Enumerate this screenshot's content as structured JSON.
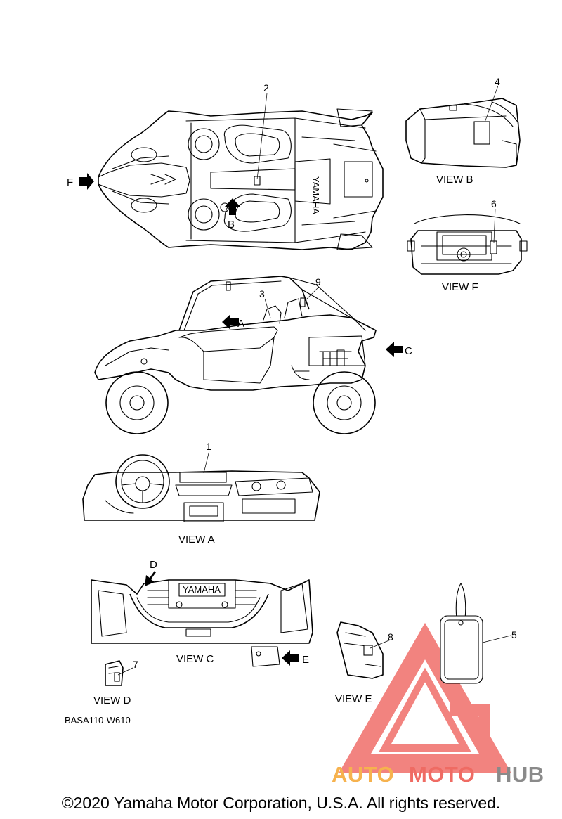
{
  "callouts": {
    "n1": "1",
    "n2": "2",
    "n3": "3",
    "n4": "4",
    "n5": "5",
    "n6": "6",
    "n7": "7",
    "n8": "8",
    "n9": "9"
  },
  "arrow_letters": {
    "a": "A",
    "b": "B",
    "c": "C",
    "d": "D",
    "e": "E",
    "f": "F"
  },
  "view_labels": {
    "view_a": "VIEW A",
    "view_b": "VIEW B",
    "view_c": "VIEW C",
    "view_d": "VIEW D",
    "view_e": "VIEW E",
    "view_f": "VIEW F"
  },
  "brand_marks": {
    "hood_top": "YAMAHA",
    "hood_rear": "YAMAHA"
  },
  "diagram_code": "BASA110-W610",
  "watermark": {
    "text_auto": "AUTO",
    "text_moto": "MOTO",
    "text_hub": "HUB",
    "color_auto": "#f6b24e",
    "color_moto": "#ef6b63",
    "color_hub": "#8a8a8a",
    "color_triangle": "#ee5a55"
  },
  "footer": {
    "copyright": "©2020 Yamaha Motor Corporation, U.S.A. All rights reserved."
  }
}
